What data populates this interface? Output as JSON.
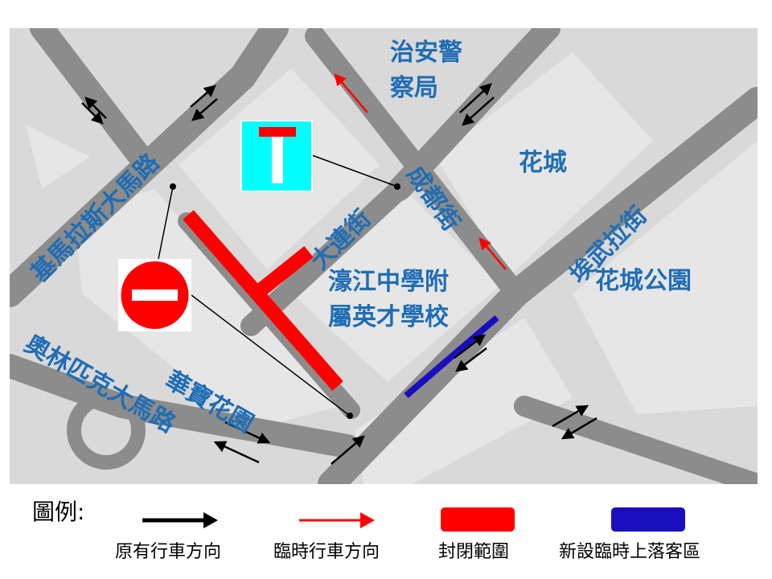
{
  "map": {
    "labels": {
      "police_line1": "治安警",
      "police_line2": "察局",
      "flower_city": "花城",
      "flower_city_park": "花城公園",
      "school_line1": "濠江中學附",
      "school_line2": "屬英才學校",
      "wah_bo_garden": "華寶花園",
      "olympic_avenue": "奧林匹克大馬路",
      "guimaraes_avenue": "基馬拉斯大馬路",
      "dalian_street": "大連街",
      "chengdu_street": "成都街",
      "evora_street": "埃武拉街"
    },
    "signs": [
      "dead-end-sign",
      "no-entry-sign"
    ]
  },
  "legend": {
    "title": "圖例:",
    "items": [
      {
        "label": "原有行車方向",
        "symbol": "black-arrow",
        "color": "#000000"
      },
      {
        "label": "臨時行車方向",
        "symbol": "red-arrow",
        "color": "#ff0000"
      },
      {
        "label": "封閉範圍",
        "symbol": "red-box",
        "color": "#ff0000"
      },
      {
        "label": "新設臨時上落客區",
        "symbol": "blue-box",
        "color": "#1a0fbf"
      }
    ]
  },
  "colors": {
    "label": "#1f6db5",
    "road": "#8c8c8c",
    "block": "#d9d9d9",
    "sign_bg": "#00ffff"
  }
}
